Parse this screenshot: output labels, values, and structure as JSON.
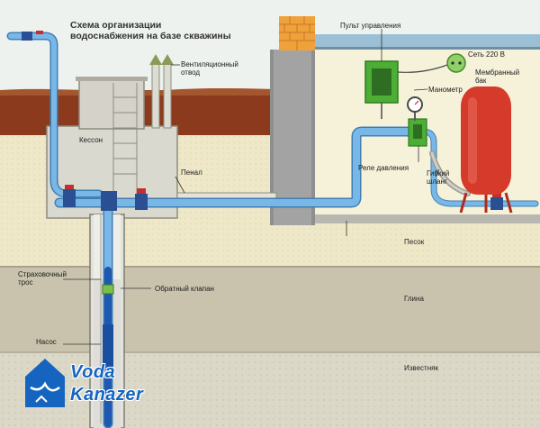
{
  "title": "Схема организации водоснабжения на базе скважины",
  "title_lines": [
    "Схема организации",
    "водоснабжения на базе скважины"
  ],
  "labels": {
    "ventilation": [
      "Вентиляционный",
      "отвод"
    ],
    "control_panel": "Пульт управления",
    "power": "Сеть 220 В",
    "manometer": "Манометр",
    "membrane_tank": [
      "Мембранный",
      "бак"
    ],
    "caisson": "Кессон",
    "casing": "Пенал",
    "pressure_relay": "Реле давления",
    "flexible_hose": [
      "Гибкий",
      "шланг"
    ],
    "safety_cable": [
      "Страховочный",
      "трос"
    ],
    "check_valve": "Обратный клапан",
    "pump": "Насос"
  },
  "layers": {
    "sand": "Песок",
    "clay": "Глина",
    "limestone": "Известняк"
  },
  "logo": {
    "line1": "Voda",
    "line2": "Kanazer"
  },
  "colors": {
    "sky": "#eef2ee",
    "wall": "#f6f2da",
    "soil": "#8c3a1e",
    "sand": "#eee8c8",
    "clay": "#c9c3ad",
    "limestone": "#dcd8c8",
    "pipe": "#79b8e6",
    "water": "#1d59b0",
    "tank": "#d63a2b",
    "brick": "#f0a23a",
    "green_box": "#4cae35"
  }
}
